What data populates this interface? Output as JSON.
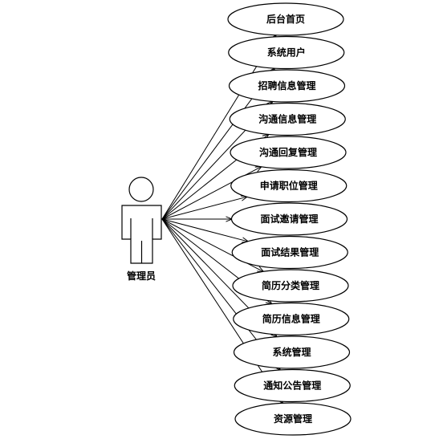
{
  "actor": {
    "label": "管理员"
  },
  "use_cases": [
    {
      "label": "后台首页"
    },
    {
      "label": "系统用户"
    },
    {
      "label": "招聘信息管理"
    },
    {
      "label": "沟通信息管理"
    },
    {
      "label": "沟通回复管理"
    },
    {
      "label": "申请职位管理"
    },
    {
      "label": "面试邀请管理"
    },
    {
      "label": "面试结果管理"
    },
    {
      "label": "简历分类管理"
    },
    {
      "label": "简历信息管理"
    },
    {
      "label": "系统管理"
    },
    {
      "label": "通知公告管理"
    },
    {
      "label": "资源管理"
    }
  ],
  "colors": {
    "stroke": "#000000",
    "fill": "#ffffff"
  }
}
